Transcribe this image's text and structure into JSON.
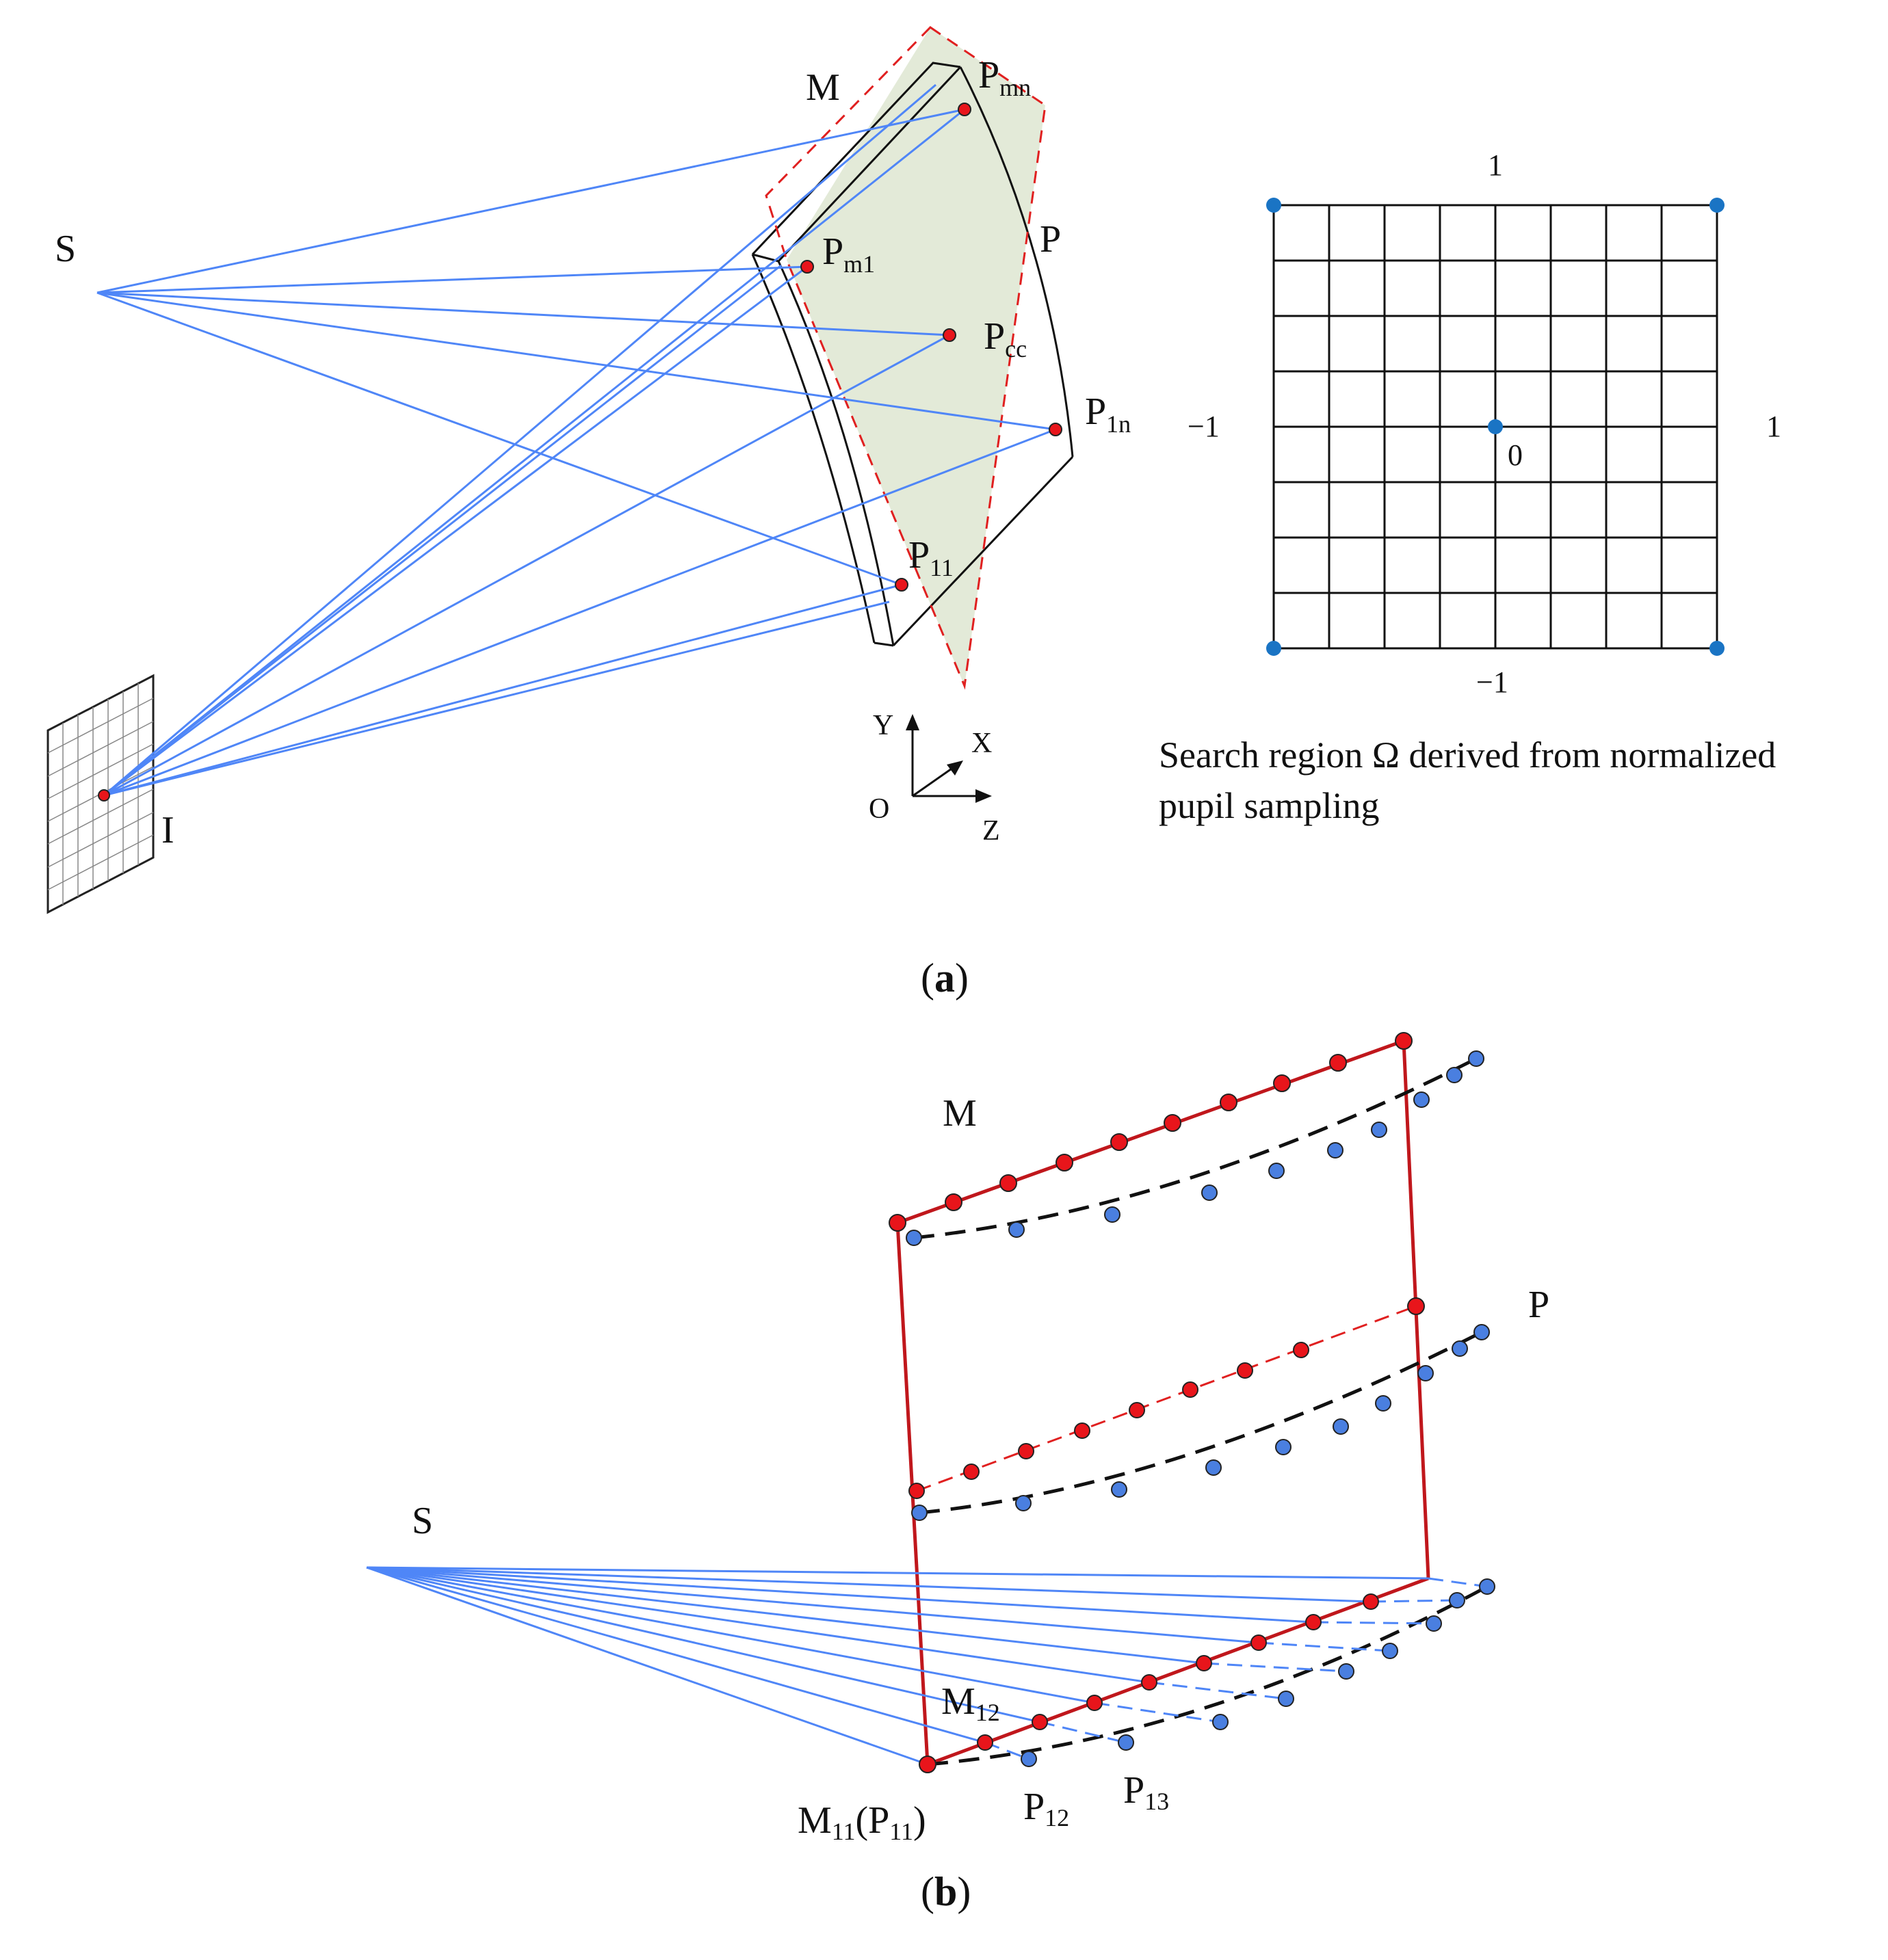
{
  "panel_a": {
    "label": "(a)",
    "label_letter": "a",
    "source": "S",
    "image_plane": "I",
    "mirror": "M",
    "surface": "P",
    "points": {
      "mn": {
        "base": "P",
        "sub": "mn"
      },
      "m1": {
        "base": "P",
        "sub": "m1"
      },
      "cc": {
        "base": "P",
        "sub": "cc"
      },
      "1n": {
        "base": "P",
        "sub": "1n"
      },
      "11": {
        "base": "P",
        "sub": "11"
      }
    },
    "axes": {
      "y": "Y",
      "x": "X",
      "z": "Z",
      "origin": "O"
    },
    "grid": {
      "top": "1",
      "bottom": "−1",
      "left": "−1",
      "right": "1",
      "center": "0",
      "divisions": 8
    },
    "caption_line1": "Search region Ω derived from normalized",
    "caption_line2": "pupil sampling"
  },
  "panel_b": {
    "label": "(b)",
    "label_letter": "b",
    "source": "S",
    "mirror": "M",
    "surface": "P",
    "m12": {
      "base": "M",
      "sub": "12"
    },
    "m11": {
      "base": "M",
      "sub": "11",
      "paren_base": "P",
      "paren_sub": "11"
    },
    "p12": {
      "base": "P",
      "sub": "12"
    },
    "p13": {
      "base": "P",
      "sub": "13"
    }
  },
  "colors": {
    "ray": "#4f86f7",
    "red_point": "#e8151b",
    "red_line": "#c0171c",
    "blue_point": "#4a7fe0",
    "grid_dot": "#1a74c4",
    "pupil_fill": "#e3ead8",
    "dash_red": "#e02020"
  }
}
